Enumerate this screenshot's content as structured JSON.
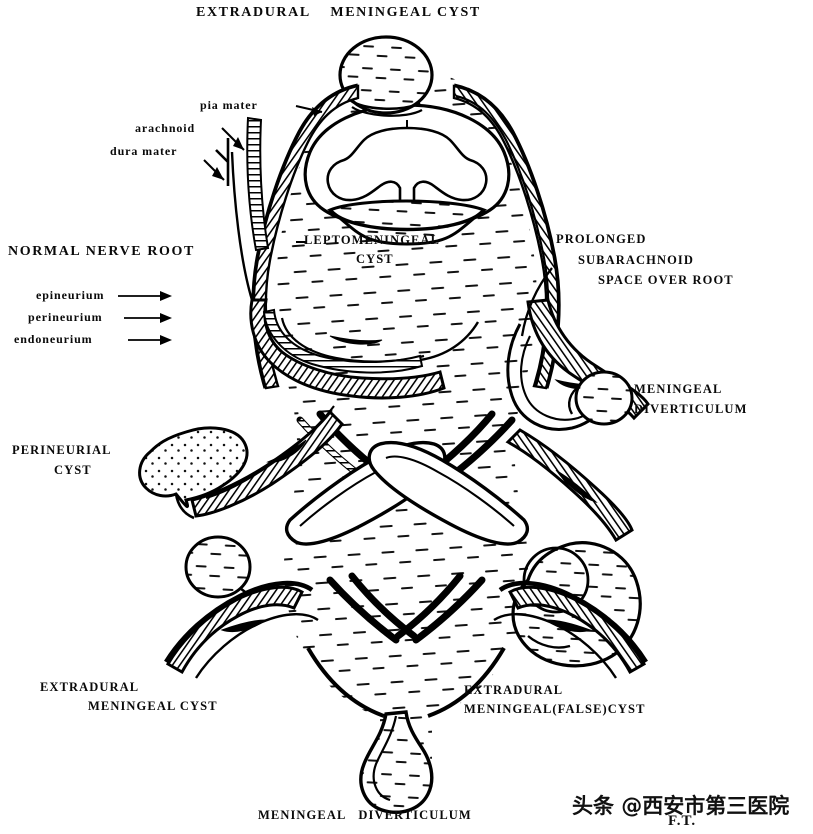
{
  "figure": {
    "kind": "anatomical-line-diagram",
    "subject": "Spinal meningeal cysts and nerve root sheath anatomy",
    "background_color": "#ffffff",
    "ink_color": "#000000"
  },
  "titles": {
    "top": "EXTRADURAL    MENINGEAL CYST",
    "bottom": "MENINGEAL   DIVERTICULUM"
  },
  "labels": {
    "pia_mater": "pia mater",
    "arachnoid": "arachnoid",
    "dura_mater": "dura mater",
    "normal_nerve_root": "NORMAL NERVE ROOT",
    "epineurium": "epineurium",
    "perineurium": "perineurium",
    "endoneurium": "endoneurium",
    "leptomeningeal_cyst_line1": "LEPTOMENINGEAL",
    "leptomeningeal_cyst_line2": "CYST",
    "prolonged": "PROLONGED",
    "subarachnoid": "SUBARACHNOID",
    "space_over_root": "SPACE OVER ROOT",
    "meningeal_diverticulum_line1": "MENINGEAL",
    "meningeal_diverticulum_line2": "DIVERTICULUM",
    "perineurial_cyst_line1": "PERINEURIAL",
    "perineurial_cyst_line2": "CYST",
    "extradural_cyst_left_line1": "EXTRADURAL",
    "extradural_cyst_left_line2": "MENINGEAL CYST",
    "extradural_false_cyst_line1": "EXTRADURAL",
    "extradural_false_cyst_line2": "MENINGEAL(FALSE)CYST"
  },
  "watermark": {
    "text": "头条 @西安市第三医院",
    "signature": "F.T."
  },
  "structures": {
    "spinal_cord": "spinal cord cross-section with butterfly gray matter",
    "csf_texture": "dashed hatch marks indicating cerebrospinal fluid",
    "nerve_sheath_texture": "cross-hatched bands indicating nerve root sheath layers",
    "cyst_texture": "stippled dots indicating perineurial cyst content"
  }
}
